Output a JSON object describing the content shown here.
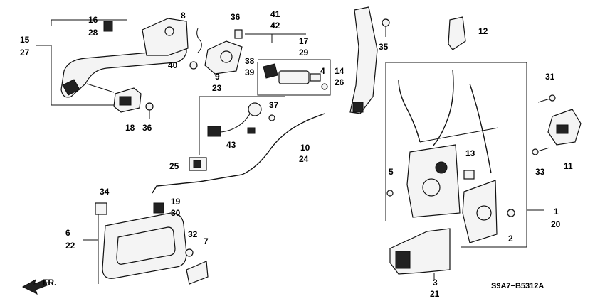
{
  "labels": {
    "l1": "1",
    "l2": "2",
    "l3": "3",
    "l4": "4",
    "l5": "5",
    "l6": "6",
    "l7": "7",
    "l8": "8",
    "l9": "9",
    "l10": "10",
    "l11": "11",
    "l12": "12",
    "l13": "13",
    "l14": "14",
    "l15": "15",
    "l16": "16",
    "l17": "17",
    "l18": "18",
    "l19": "19",
    "l20": "20",
    "l21": "21",
    "l22": "22",
    "l23": "23",
    "l24": "24",
    "l25": "25",
    "l26": "26",
    "l27": "27",
    "l28": "28",
    "l29": "29",
    "l30": "30",
    "l31": "31",
    "l32": "32",
    "l33": "33",
    "l34": "34",
    "l35": "35",
    "l36a": "36",
    "l36b": "36",
    "l37": "37",
    "l38": "38",
    "l39": "39",
    "l40": "40",
    "l41": "41",
    "l42": "42",
    "l43": "43"
  },
  "direction_label": "FR.",
  "diagram_code": "S9A7−B5312A"
}
